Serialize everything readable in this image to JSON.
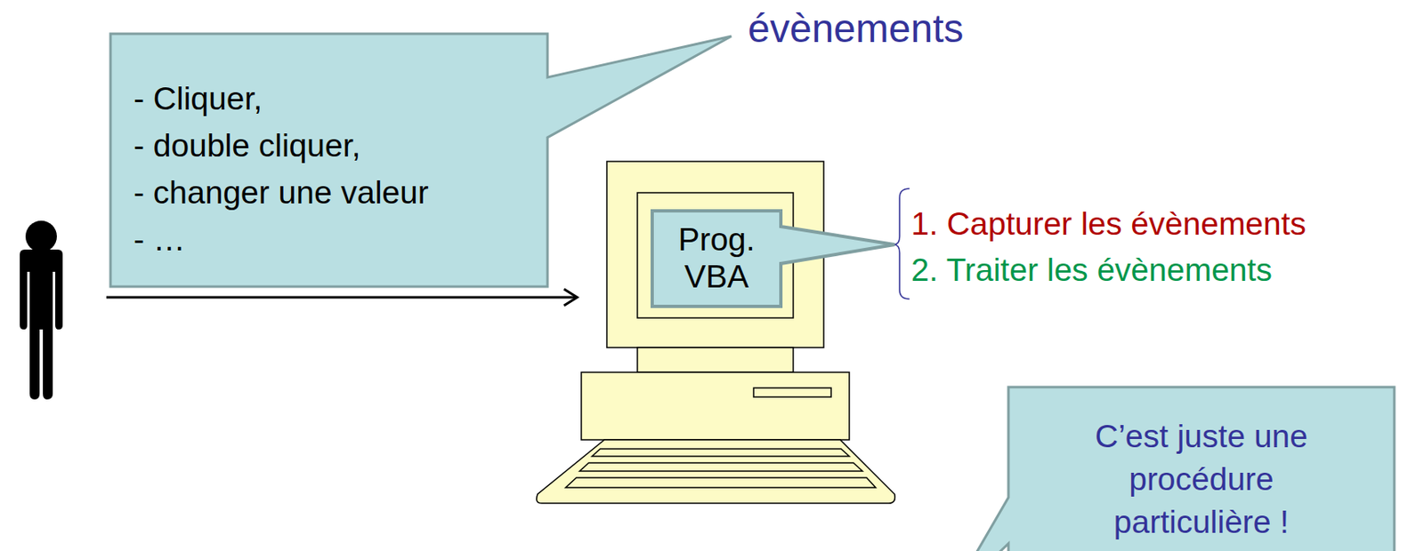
{
  "diagram": {
    "nodes": [
      {
        "text": [
          "- Cliquer,",
          "- double cliquer,",
          "- changer une valeur",
          "- …"
        ]
      },
      {
        "text": [
          "Prog. VBA"
        ]
      },
      {
        "text": [
          "C’est juste une procédure particulière !"
        ]
      }
    ],
    "labels": [
      "évènements",
      "1. Capturer les évènements",
      "2. Traiter les évènements"
    ]
  }
}
